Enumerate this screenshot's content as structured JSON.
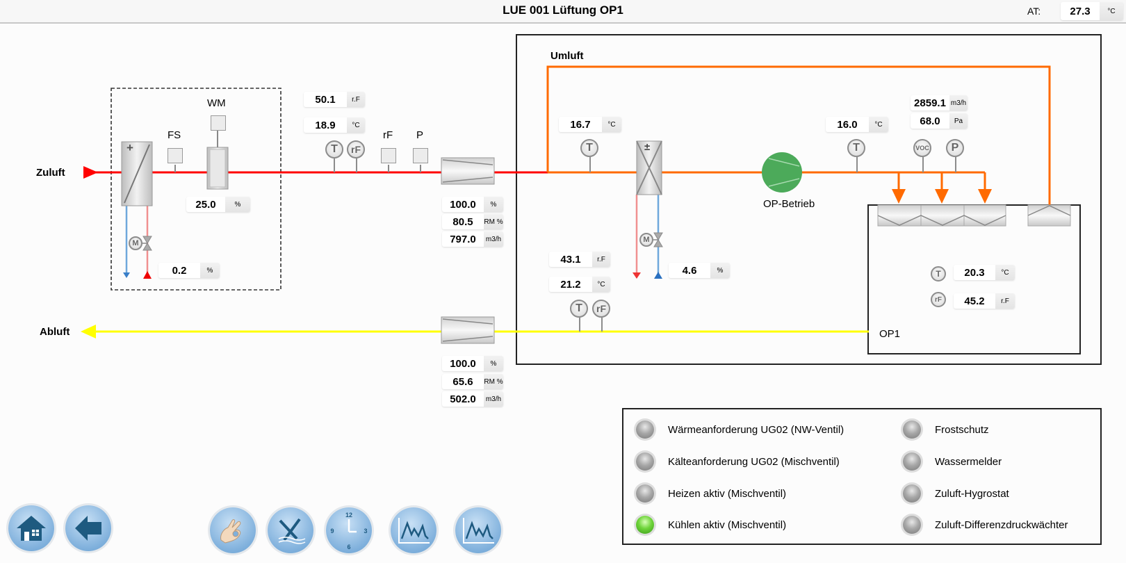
{
  "header": {
    "title": "LUE 001 Lüftung OP1",
    "outdoor_temp": {
      "label": "AT:",
      "value": "27.3",
      "unit": "°C"
    }
  },
  "labels": {
    "zuluft": "Zuluft",
    "abluft": "Abluft",
    "umluft": "Umluft",
    "fs": "FS",
    "wm": "WM",
    "rf": "rF",
    "p": "P",
    "op_betrieb": "OP-Betrieb",
    "op1": "OP1"
  },
  "colors": {
    "supply_line": "#ff0000",
    "recirc_line": "#ff6a00",
    "exhaust_line": "#ffff00",
    "fan_on": "#4caa5a",
    "heating_pipe": "#f09090",
    "cooling_pipe": "#6fa8dc",
    "led_on": "#6ed43a",
    "led_off": "#9a9a9a"
  },
  "values": {
    "heater_valve": {
      "value": "0.2",
      "unit": "%"
    },
    "wm_value": {
      "value": "25.0",
      "unit": "%"
    },
    "supply_rh": {
      "value": "50.1",
      "unit": "r.F"
    },
    "supply_temp": {
      "value": "18.9",
      "unit": "°C"
    },
    "supply_fan_speed": {
      "value": "100.0",
      "unit": "%"
    },
    "supply_fan_rm": {
      "value": "80.5",
      "unit": "RM %"
    },
    "supply_fan_flow": {
      "value": "797.0",
      "unit": "m3/h"
    },
    "mixed_temp": {
      "value": "16.7",
      "unit": "°C"
    },
    "cooler_valve": {
      "value": "4.6",
      "unit": "%"
    },
    "after_fan_temp": {
      "value": "16.0",
      "unit": "°C"
    },
    "recirc_flow": {
      "value": "2859.1",
      "unit": "m3/h"
    },
    "recirc_pressure": {
      "value": "68.0",
      "unit": "Pa"
    },
    "extract_rh": {
      "value": "43.1",
      "unit": "r.F"
    },
    "extract_temp": {
      "value": "21.2",
      "unit": "°C"
    },
    "room_temp": {
      "value": "20.3",
      "unit": "°C"
    },
    "room_rh": {
      "value": "45.2",
      "unit": "r.F"
    },
    "exhaust_fan_speed": {
      "value": "100.0",
      "unit": "%"
    },
    "exhaust_fan_rm": {
      "value": "65.6",
      "unit": "RM %"
    },
    "exhaust_fan_flow": {
      "value": "502.0",
      "unit": "m3/h"
    }
  },
  "sensors": {
    "t": "T",
    "rf": "rF",
    "voc": "VOC",
    "p": "P",
    "m": "M",
    "heater_sign": "+",
    "cooler_sign": "±"
  },
  "status": {
    "left": [
      {
        "label": "Wärmeanforderung UG02 (NW-Ventil)",
        "active": false
      },
      {
        "label": "Kälteanforderung UG02 (Mischventil)",
        "active": false
      },
      {
        "label": "Heizen aktiv (Mischventil)",
        "active": false
      },
      {
        "label": "Kühlen aktiv (Mischventil)",
        "active": true
      }
    ],
    "right": [
      {
        "label": "Frostschutz",
        "active": false
      },
      {
        "label": "Wassermelder",
        "active": false
      },
      {
        "label": "Zuluft-Hygrostat",
        "active": false
      },
      {
        "label": "Zuluft-Differenzdruckwächter",
        "active": false
      }
    ]
  },
  "nav": {
    "buttons": [
      "home-icon",
      "back-arrow-icon",
      "ok-hand-icon",
      "tools-icon",
      "clock-icon",
      "trend-chart-icon",
      "trend-chart-icon"
    ],
    "clock_numbers": [
      "12",
      "3",
      "6",
      "9"
    ]
  }
}
